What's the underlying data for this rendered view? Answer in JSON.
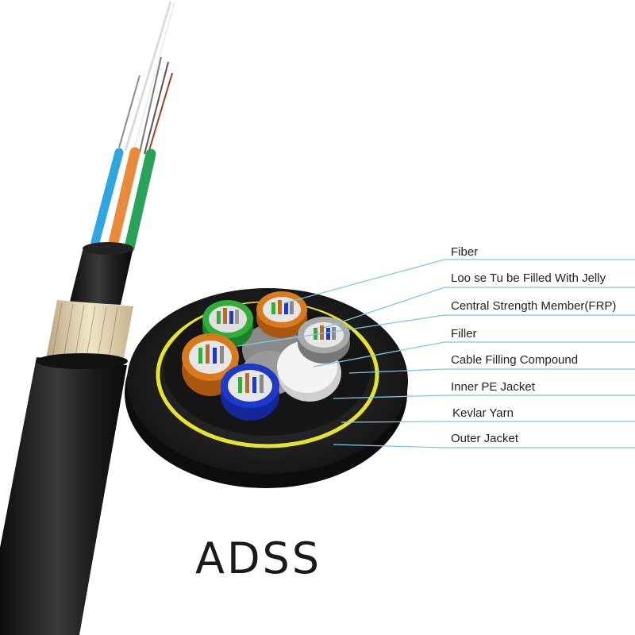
{
  "title": "ADSS",
  "labels": [
    "Fiber",
    "Loo se Tu be Filled With Jelly",
    "Central Strength Member(FRP)",
    "Filler",
    "Cable Filling Compound",
    "Inner PE Jacket",
    "Kevlar Yarn",
    "Outer Jacket"
  ],
  "colors": {
    "leader_line": "#7ec8e3",
    "outer_jacket": "#1c1c1c",
    "kevlar_ring": "#e7e22b",
    "tube_green": "#2fae3a",
    "tube_orange": "#d97b1d",
    "tube_gray": "#a9a9a9",
    "tube_blue": "#1d39c9",
    "filler": "#f4f4f4",
    "central_member": "#8a8a8a"
  }
}
